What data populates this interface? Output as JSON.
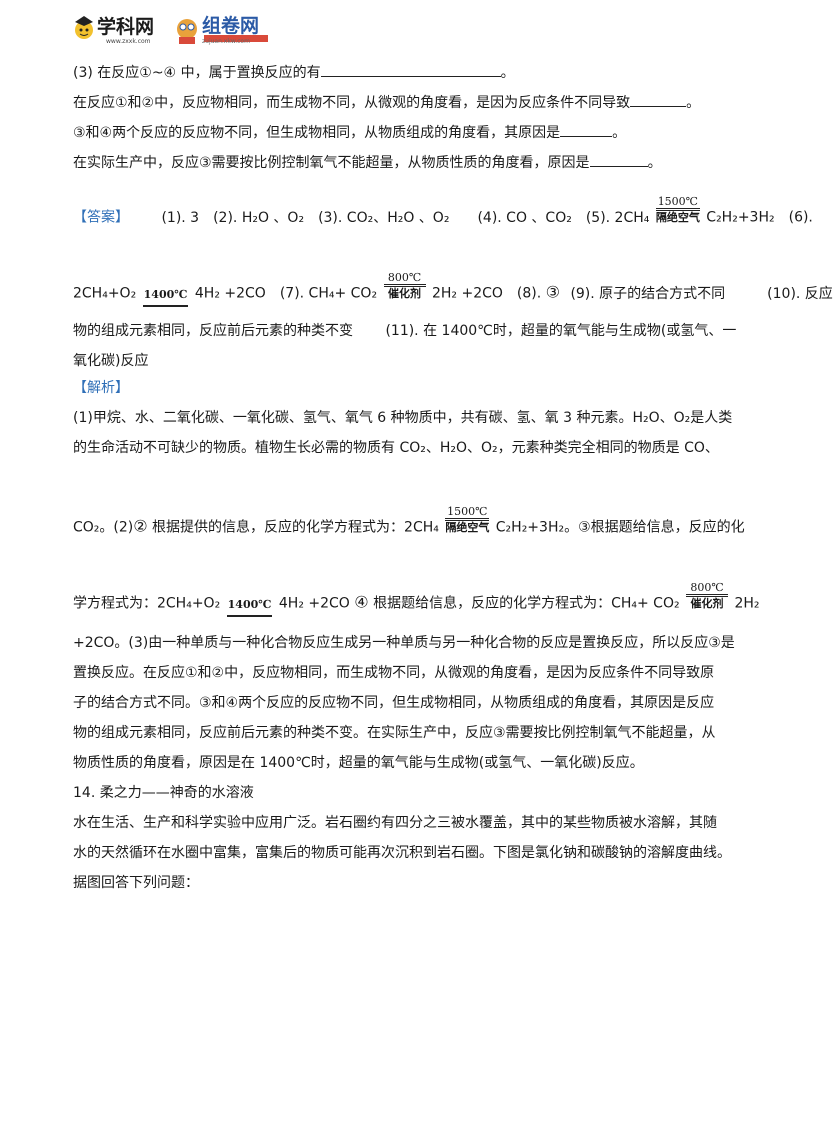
{
  "header": {
    "logo1_text": "学科网",
    "logo1_sub": "www.zxxk.com",
    "logo2_text": "组卷网",
    "logo2_sub": "zujuan.xkw.com"
  },
  "q3": {
    "l1a": "(3) 在反应①~④ 中，属于置换反应的有",
    "l1b": "。",
    "l2": "在反应①和②中，反应物相同，而生成物不同，从微观的角度看，是因为反应条件不同导致",
    "l2b": "。",
    "l3": "③和④两个反应的反应物不同，但生成物相同，从物质组成的角度看，其原因是",
    "l3b": "。",
    "l4": "在实际生产中，反应③需要按比例控制氧气不能超量，从物质性质的角度看，原因是",
    "l4b": "。"
  },
  "answer": {
    "tag": "【答案】",
    "r1a": "(1). 3　(2). H₂O 、O₂　(3). CO₂、H₂O 、O₂　　(4). CO 、CO₂　(5). 2CH₄",
    "r1b": "C₂H₂+3H₂　(6).",
    "r2a": "2CH₄+O₂",
    "r2b": "4H₂ +2CO　(7). CH₄+ CO₂",
    "r2c": "2H₂ +2CO　(8).",
    "r2d": "(9). 原子的结合方式不同　　　(10). 反应",
    "r3": "物的组成元素相同，反应前后元素的种类不变　　 (11). 在 1400℃时，超量的氧气能与生成物(或氢气、一",
    "r4": "氧化碳)反应"
  },
  "conditions": {
    "c1500_top": "1500℃",
    "c1500_bot": "隔绝空气",
    "c1400": "1400℃",
    "c800_top": "800℃",
    "c800_bot": "催化剂",
    "circle3": "③",
    "circle2": "②",
    "circle4": "④"
  },
  "analysis": {
    "tag": "【解析】",
    "p1": "(1)甲烷、水、二氧化碳、一氧化碳、氢气、氧气 6 种物质中，共有碳、氢、氧 3 种元素。H₂O、O₂是人类",
    "p2": "的生命活动不可缺少的物质。植物生长必需的物质有 CO₂、H₂O、O₂，元素种类完全相同的物质是 CO、",
    "p3a": "CO₂。(2)",
    "p3b": "根据提供的信息，反应的化学方程式为：2CH₄",
    "p3c": "C₂H₂+3H₂。③根据题给信息，反应的化",
    "p4a": "学方程式为：2CH₄+O₂",
    "p4b": "4H₂ +2CO",
    "p4c": "根据题给信息，反应的化学方程式为：CH₄+ CO₂",
    "p4d": "2H₂",
    "p5": "+2CO。(3)由一种单质与一种化合物反应生成另一种单质与另一种化合物的反应是置换反应，所以反应③是",
    "p6": "置换反应。在反应①和②中，反应物相同，而生成物不同，从微观的角度看，是因为反应条件不同导致原",
    "p7": "子的结合方式不同。③和④两个反应的反应物不同，但生成物相同，从物质组成的角度看，其原因是反应",
    "p8": "物的组成元素相同，反应前后元素的种类不变。在实际生产中，反应③需要按比例控制氧气不能超量，从",
    "p9": "物质性质的角度看，原因是在 1400℃时，超量的氧气能与生成物(或氢气、一氧化碳)反应。"
  },
  "q14": {
    "title": "14. 柔之力——神奇的水溶液",
    "p1": "水在生活、生产和科学实验中应用广泛。岩石圈约有四分之三被水覆盖，其中的某些物质被水溶解，其随",
    "p2": "水的天然循环在水圈中富集，富集后的物质可能再次沉积到岩石圈。下图是氯化钠和碳酸钠的溶解度曲线。",
    "p3": "据图回答下列问题："
  }
}
